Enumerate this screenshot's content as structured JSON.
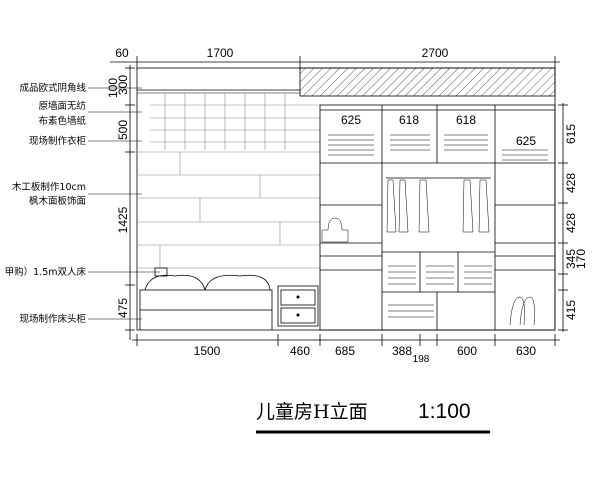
{
  "top_dims": [
    "60",
    "1700",
    "2700"
  ],
  "left_dims": [
    "100",
    "300",
    "500",
    "1425",
    "475"
  ],
  "right_dims": [
    "615",
    "428",
    "428",
    "345",
    "170",
    "415"
  ],
  "bottom_dims": [
    "1500",
    "460",
    "685",
    "388",
    "600",
    "630",
    "198"
  ],
  "labels": [
    "成品欧式阴角线",
    "原墙面无纺",
    "布素色墙纸",
    "现场制作衣柜",
    "木工板制作10cm",
    "枫木面板饰面",
    "甲购）1.5m双人床",
    "现场制作床头柜"
  ],
  "cabinet_dims": [
    "625",
    "618",
    "618",
    "625"
  ],
  "title": "儿童房H立面",
  "scale": "1:100"
}
